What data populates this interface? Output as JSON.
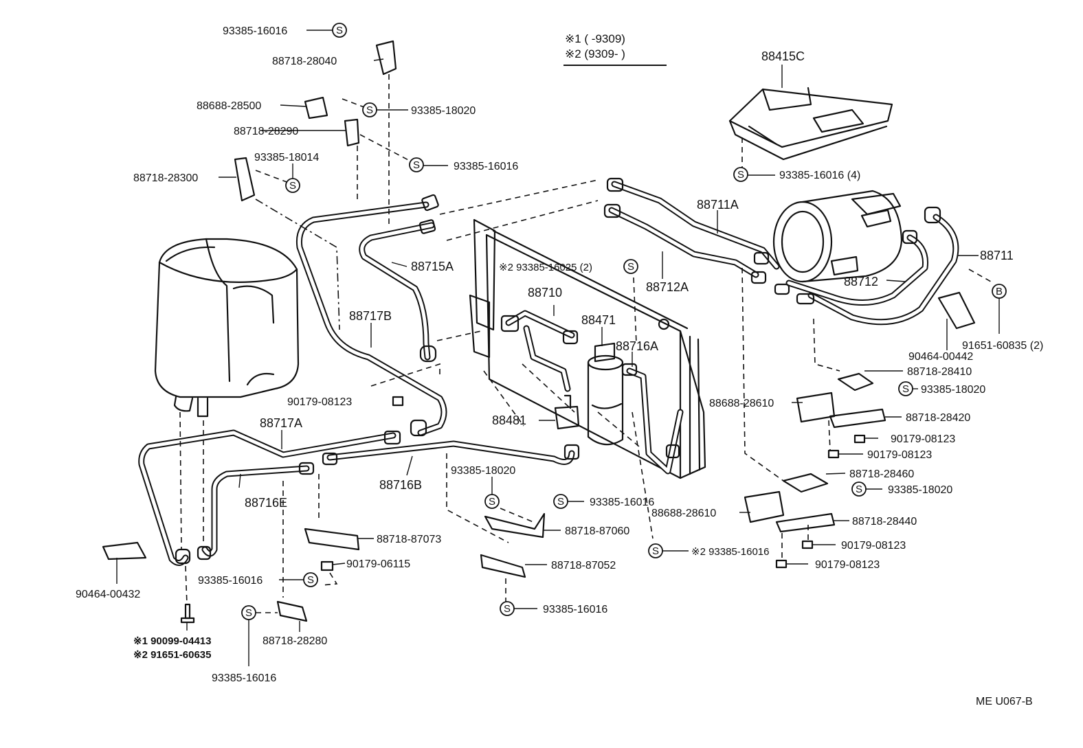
{
  "legend": {
    "line1": "※1 (      -9309)",
    "line2": "※2 (9309-       )"
  },
  "footer_code": "ME  U067-B",
  "symbols": {
    "s": "S",
    "b": "B"
  },
  "labels": {
    "p93385_16016_top": "93385-16016",
    "p88718_28040": "88718-28040",
    "p88688_28500": "88688-28500",
    "p93385_18020_a": "93385-18020",
    "p88718_28290": "88718-28290",
    "p93385_16016_b": "93385-16016",
    "p93385_18014": "93385-18014",
    "p88718_28300": "88718-28300",
    "p88415C": "88415C",
    "p93385_16016_4": "93385-16016 (4)",
    "p88711A": "88711A",
    "p88712A": "88712A",
    "p88711": "88711",
    "p88712": "88712",
    "p88715A": "88715A",
    "p93385_16025_2": "※2 93385-16025 (2)",
    "p88710": "88710",
    "p88471": "88471",
    "p88716A": "88716A",
    "p88717B": "88717B",
    "p91651_60835_2": "91651-60835 (2)",
    "p90464_00442": "90464-00442",
    "p88718_28410": "88718-28410",
    "p93385_18020_b": "93385-18020",
    "p88688_28610_a": "88688-28610",
    "p88718_28420": "88718-28420",
    "p90179_08123_a": "90179-08123",
    "p90179_08123_b": "90179-08123",
    "p90179_08123_c": "90179-08123",
    "p88718_28460": "88718-28460",
    "p93385_18020_c": "93385-18020",
    "p88688_28610_b": "88688-28610",
    "p88718_28440": "88718-28440",
    "p90179_08123_d": "90179-08123",
    "p90179_08123_e": "90179-08123",
    "p88481": "88481",
    "p88717A": "88717A",
    "p88716B": "88716B",
    "p93385_18020_d": "93385-18020",
    "p93385_16016_c": "93385-16016",
    "p88718_87060": "88718-87060",
    "p88716E": "88716E",
    "p88718_87073": "88718-87073",
    "p90179_06115": "90179-06115",
    "p93385_16016_d": "93385-16016",
    "p88718_87052": "88718-87052",
    "p93385_16016_e": "※2 93385-16016",
    "p93385_16016_f": "93385-16016",
    "p90464_00432": "90464-00432",
    "p88718_28280": "88718-28280",
    "p90099_04413": "※1 90099-04413",
    "p91651_60635": "※2 91651-60635",
    "p93385_16016_g": "93385-16016"
  }
}
